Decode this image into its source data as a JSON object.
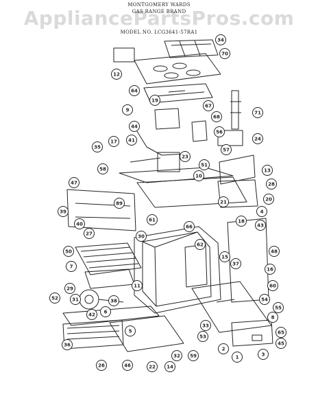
{
  "header": {
    "line1": "MONTGOMERY WARDS",
    "line2": "GAS RANGE BRAND",
    "line3": "MODEL NO. LCG3641-57RA1",
    "watermark": "AppliancePartsPros.com"
  },
  "colors": {
    "ink": "#222222",
    "watermark": "#999999"
  },
  "callouts": [
    "34",
    "70",
    "12",
    "64",
    "71",
    "19",
    "67",
    "68",
    "9",
    "44",
    "56",
    "41",
    "24",
    "35",
    "17",
    "57",
    "23",
    "13",
    "51",
    "58",
    "10",
    "28",
    "47",
    "20",
    "21",
    "89",
    "4",
    "39",
    "61",
    "18",
    "43",
    "40",
    "66",
    "27",
    "62",
    "30",
    "48",
    "50",
    "15",
    "37",
    "7",
    "16",
    "11",
    "60",
    "29",
    "31",
    "38",
    "54",
    "52",
    "42",
    "6",
    "55",
    "8",
    "5",
    "65",
    "36",
    "53",
    "3",
    "45",
    "2",
    "1",
    "26",
    "46",
    "22",
    "14",
    "32",
    "59",
    "33"
  ]
}
